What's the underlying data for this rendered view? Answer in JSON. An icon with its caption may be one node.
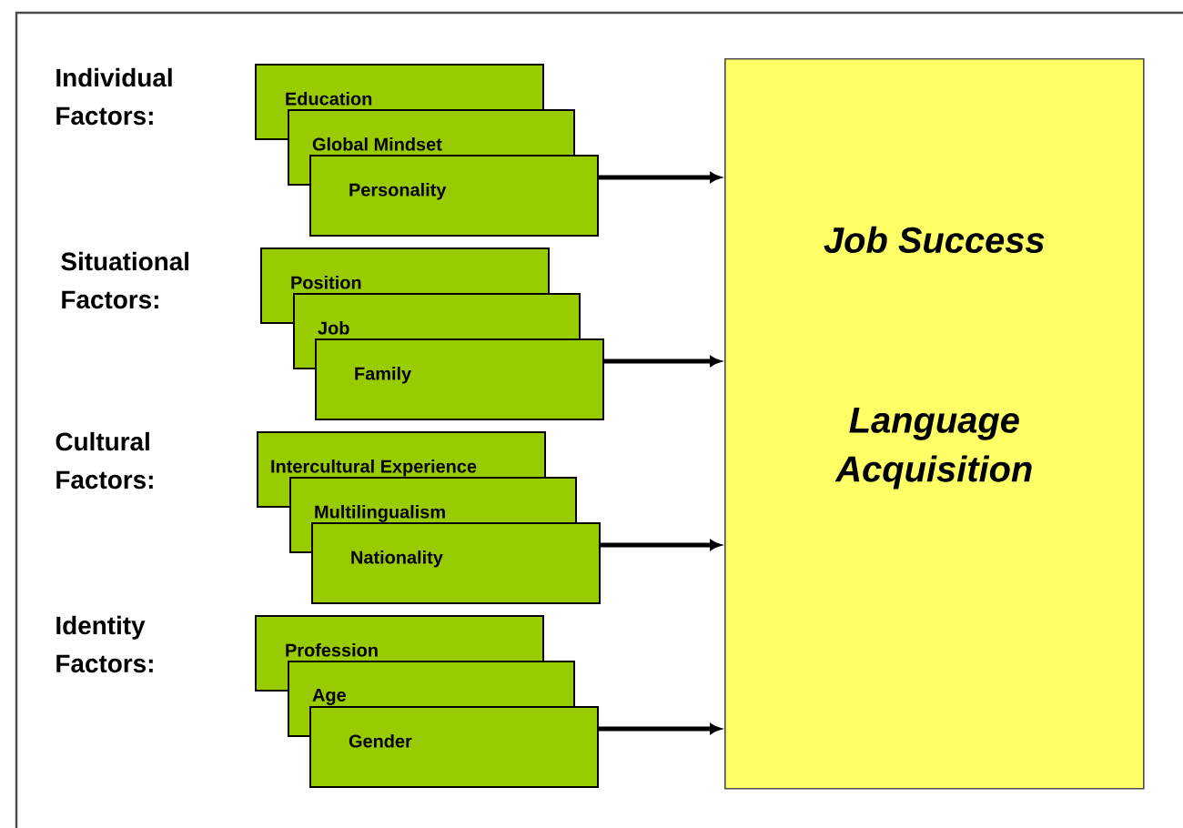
{
  "diagram": {
    "nodes": [
      {
        "text": [
          "Education"
        ]
      },
      {
        "text": [
          "Global Mindset"
        ]
      },
      {
        "text": [
          "Personality"
        ]
      },
      {
        "text": [
          "Position"
        ]
      },
      {
        "text": [
          "Job"
        ]
      },
      {
        "text": [
          "Family"
        ]
      },
      {
        "text": [
          "Intercultural Experience"
        ]
      },
      {
        "text": [
          "Multilingualism"
        ]
      },
      {
        "text": [
          "Nationality"
        ]
      },
      {
        "text": [
          "Profession"
        ]
      },
      {
        "text": [
          "Age"
        ]
      },
      {
        "text": [
          "Gender"
        ]
      },
      {
        "text": [
          "Job Success",
          "Language Acquisition"
        ]
      }
    ],
    "edges": [
      {
        "from": 2,
        "to": 12,
        "arrow": "to"
      },
      {
        "from": 5,
        "to": 12,
        "arrow": "to"
      },
      {
        "from": 8,
        "to": 12,
        "arrow": "to"
      },
      {
        "from": 11,
        "to": 12,
        "arrow": "to"
      }
    ],
    "labels": [
      "Individual Factors:",
      "Situational Factors:",
      "Cultural Factors:",
      "Identity Factors:"
    ]
  }
}
